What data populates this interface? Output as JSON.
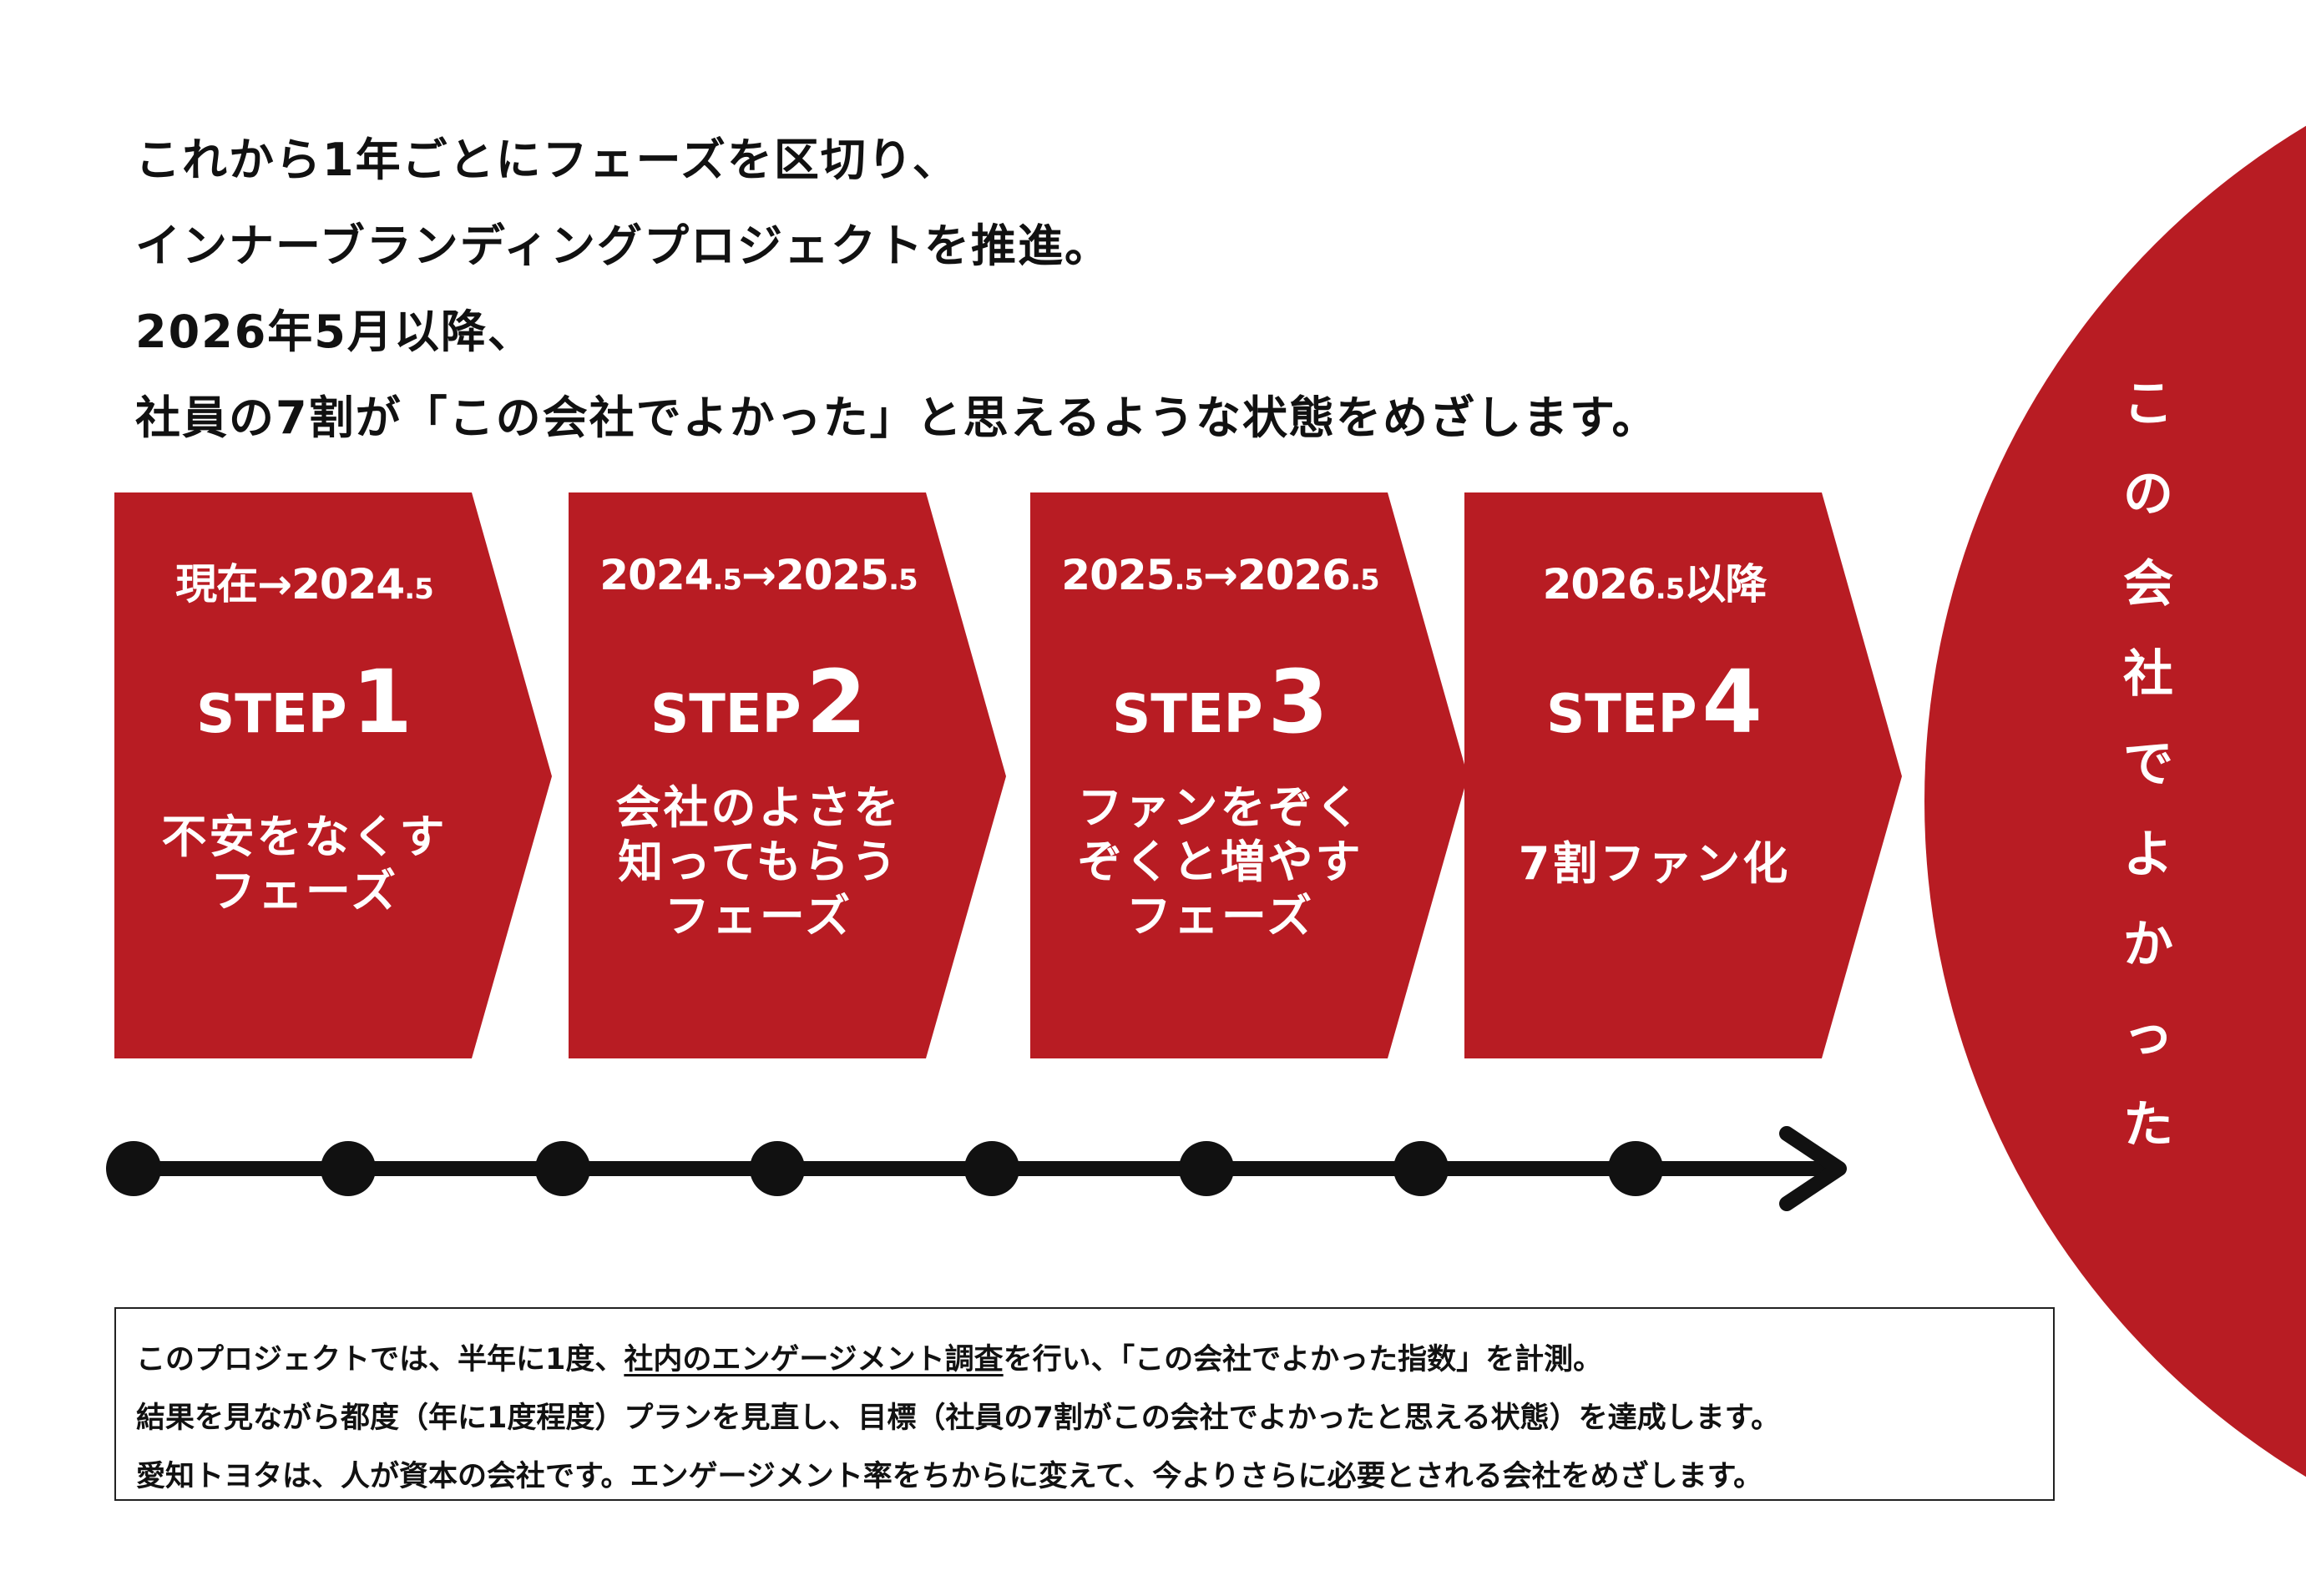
{
  "colors": {
    "brand_red": "#B81C23",
    "text": "#111111",
    "background": "#FFFFFF"
  },
  "headline": [
    "これから1年ごとにフェーズを区切り、",
    "インナーブランディングプロジェクトを推進。",
    "2026年5月以降、",
    "社員の7割が「この会社でよかった」と思えるような状態をめざします。"
  ],
  "goal_vertical": [
    "こ",
    "の",
    "会",
    "社",
    "で",
    "よ",
    "か",
    "っ",
    "た"
  ],
  "steps": [
    {
      "period_a": "現在→2024",
      "period_dot": ".5",
      "period_b": "",
      "period_dot2": "",
      "period_tail": "",
      "step_word": "STEP",
      "step_num": "1",
      "desc": [
        "不安をなくす",
        "フェーズ"
      ]
    },
    {
      "period_a": "2024",
      "period_dot": ".5",
      "period_b": "→2025",
      "period_dot2": ".5",
      "period_tail": "",
      "step_word": "STEP",
      "step_num": "2",
      "desc": [
        "会社のよさを",
        "知ってもらう",
        "フェーズ"
      ]
    },
    {
      "period_a": "2025",
      "period_dot": ".5",
      "period_b": "→2026",
      "period_dot2": ".5",
      "period_tail": "",
      "step_word": "STEP",
      "step_num": "3",
      "desc": [
        "ファンをぞく",
        "ぞくと増やす",
        "フェーズ"
      ]
    },
    {
      "period_a": "2026",
      "period_dot": ".5",
      "period_b": "以降",
      "period_dot2": "",
      "period_tail": "",
      "step_word": "STEP",
      "step_num": "4",
      "desc": [
        "7割ファン化"
      ]
    }
  ],
  "timeline": {
    "dots": 8,
    "arrow": "right"
  },
  "note": {
    "l1_a": "このプロジェクトでは、半年に1度、",
    "l1_u": "社内のエンゲージメント調査",
    "l1_b": "を行い、「この会社でよかった指数」を計測。",
    "l2": "結果を見ながら都度（年に1度程度）プランを見直し、目標（社員の7割がこの会社でよかったと思える状態）を達成します。",
    "l3": "愛知トヨタは、人が資本の会社です。エンゲージメント率をちからに変えて、今よりさらに必要とされる会社をめざします。"
  }
}
